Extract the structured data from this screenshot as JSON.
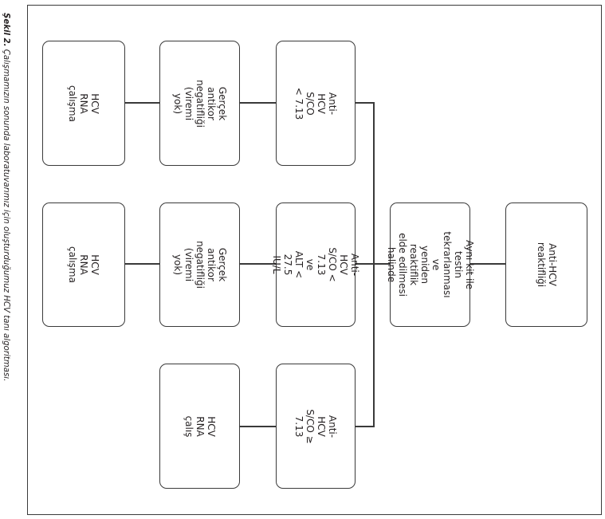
{
  "caption": {
    "label": "Şekil 2.",
    "text": "Çalışmamızın sonunda laboratuvarımız için oluşturduğumuz HCV tanı algoritması."
  },
  "boxes": {
    "rna_top": "HCV RNA çalışma",
    "antikor_top": "Gerçek antikor\nnegatifliği\n(viremi yok)",
    "sco_top": "Anti-HCV S/CO\n< 7.13",
    "rna_mid": "HCV RNA çalışma",
    "antikor_mid": "Gerçek antikor\nnegatifliği\n(viremi yok)",
    "sco_alt": "Anti-HCV S/CO < 7.13\nve\nALT < 27.5 IU/L",
    "rna_bottom": "HCV RNA çalış",
    "sco_high": "Anti-HCV S/CO ≥ 7.13",
    "retest": "Aynı kit ile testin\ntekrarlanması ve\nyeniden reaktiflik\nelde edilmesi halinde",
    "reactive": "Anti-HCV reaktifliği"
  }
}
